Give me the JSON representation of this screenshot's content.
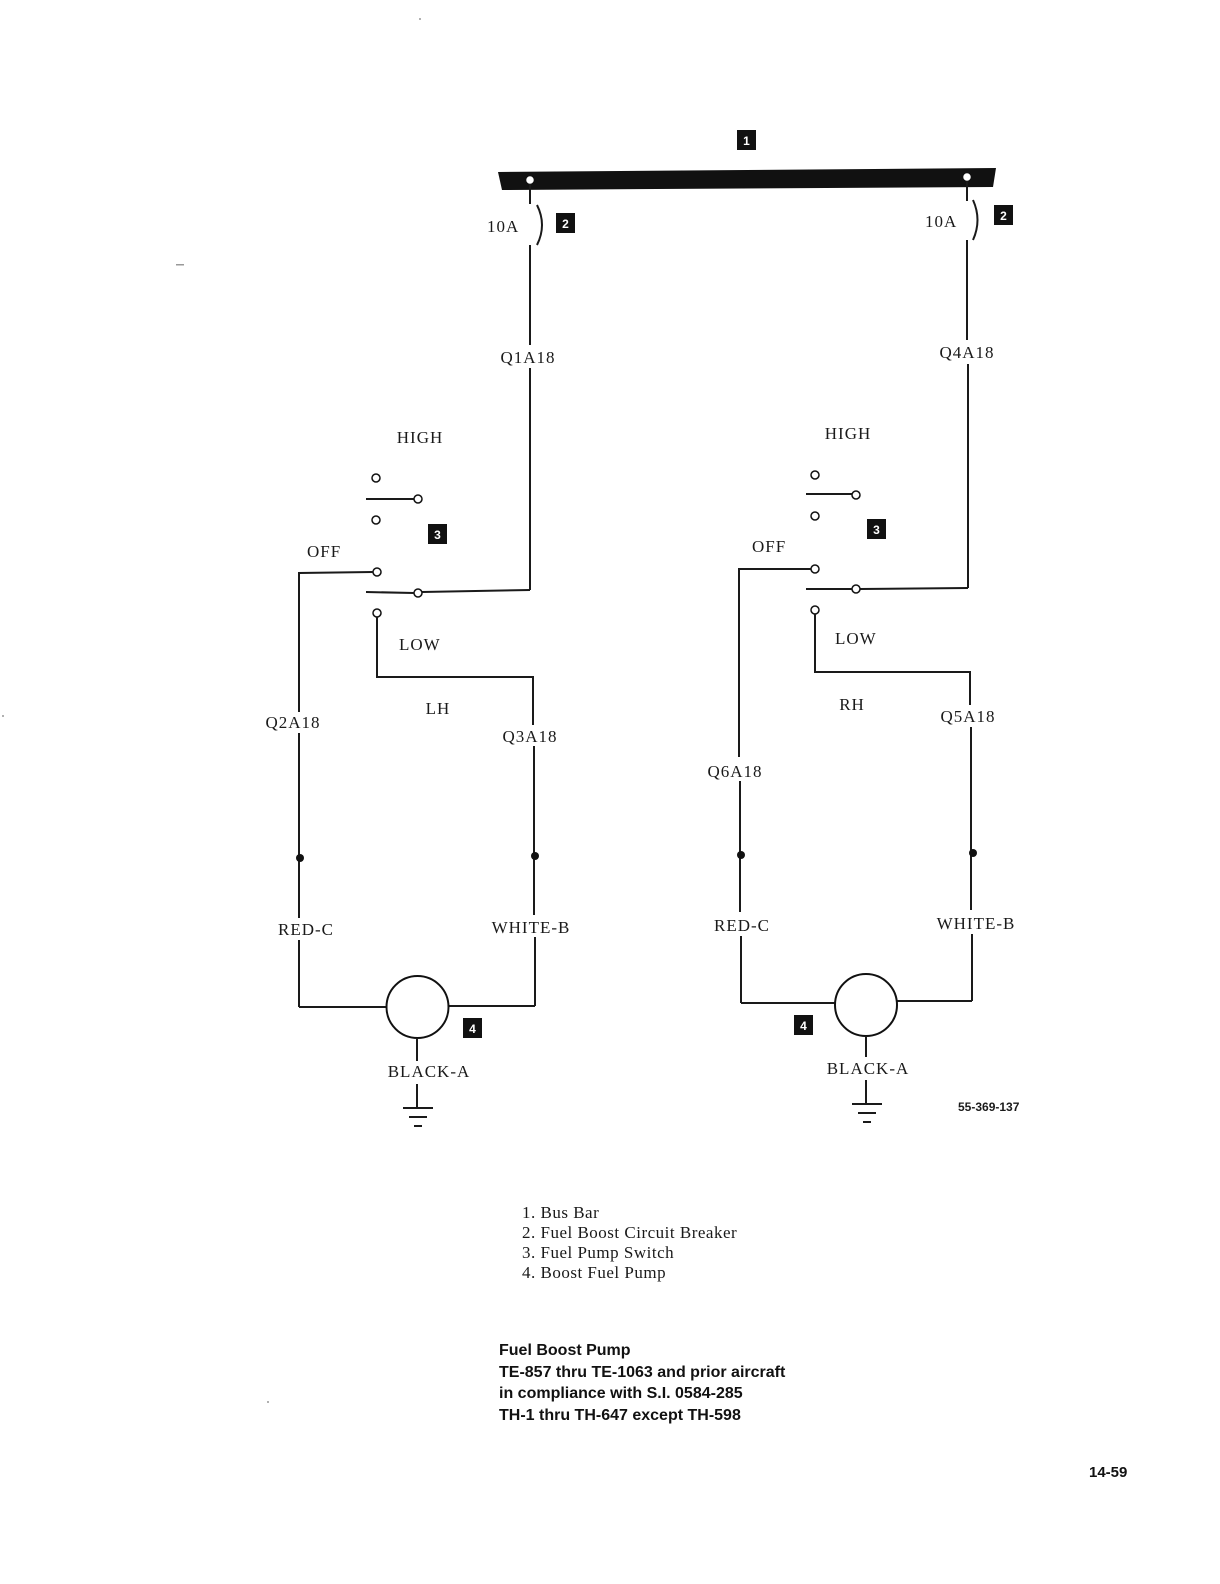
{
  "diagram": {
    "badges": {
      "bus_bar": "1",
      "breaker": "2",
      "switch": "3",
      "pump": "4"
    },
    "left": {
      "breaker_rating": "10A",
      "wire_feed": "Q1A18",
      "pos_high": "HIGH",
      "pos_off": "OFF",
      "pos_low": "LOW",
      "side": "LH",
      "wire_off": "Q2A18",
      "wire_low": "Q3A18",
      "lead_c": "RED-C",
      "lead_b": "WHITE-B",
      "lead_a": "BLACK-A"
    },
    "right": {
      "breaker_rating": "10A",
      "wire_feed": "Q4A18",
      "pos_high": "HIGH",
      "pos_off": "OFF",
      "pos_low": "LOW",
      "side": "RH",
      "wire_off": "Q6A18",
      "wire_low": "Q5A18",
      "lead_c": "RED-C",
      "lead_b": "WHITE-B",
      "lead_a": "BLACK-A"
    },
    "figure_code": "55-369-137"
  },
  "legend": [
    "1. Bus Bar",
    "2. Fuel Boost Circuit Breaker",
    "3. Fuel Pump Switch",
    "4. Boost Fuel Pump"
  ],
  "caption": [
    "Fuel Boost Pump",
    "TE-857 thru TE-1063 and prior aircraft",
    "in compliance with S.I. 0584-285",
    "TH-1 thru TH-647 except TH-598"
  ],
  "page_number": "14-59"
}
